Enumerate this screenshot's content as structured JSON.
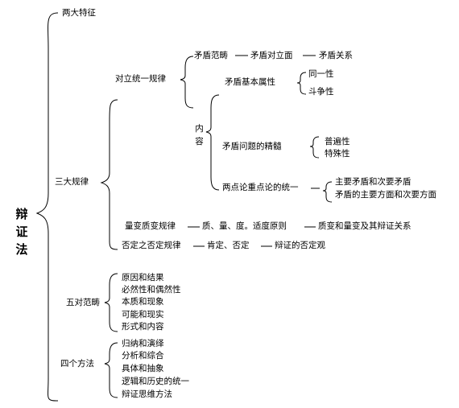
{
  "root": "辩证法",
  "level1": {
    "features": "两大特征",
    "three_laws": "三大规律",
    "five_categories": "五对范畴",
    "four_methods": "四个方法"
  },
  "unity_law": {
    "title": "对立统一规律",
    "category_line": {
      "a": "矛盾范畴",
      "b": "矛盾对立面",
      "c": "矛盾关系"
    },
    "content_label": "内容",
    "basic_attr": {
      "title": "矛盾基本属性",
      "items": [
        "同一性",
        "斗争性"
      ]
    },
    "essence": {
      "title": "矛盾问题的精髓",
      "items": [
        "普遍性",
        "特殊性"
      ]
    },
    "two_point": {
      "title": "两点论重点论的统一",
      "items": [
        "主要矛盾和次要矛盾",
        "矛盾的主要方面和次要方面"
      ]
    }
  },
  "quality_law": {
    "a": "量变质变规律",
    "b": "质、量、度。适度原则",
    "c": "质变和量变及其辩证关系"
  },
  "negation_law": {
    "a": "否定之否定规律",
    "b": "肯定、否定",
    "c": "辩证的否定观"
  },
  "categories": [
    "原因和结果",
    "必然性和偶然性",
    "本质和现象",
    "可能和现实",
    "形式和内容"
  ],
  "methods": [
    "归纳和演绎",
    "分析和综合",
    "具体和抽象",
    "逻辑和历史的统一",
    "辩证思维方法"
  ],
  "colors": {
    "line": "#000000",
    "text": "#000000",
    "background": "#ffffff"
  }
}
